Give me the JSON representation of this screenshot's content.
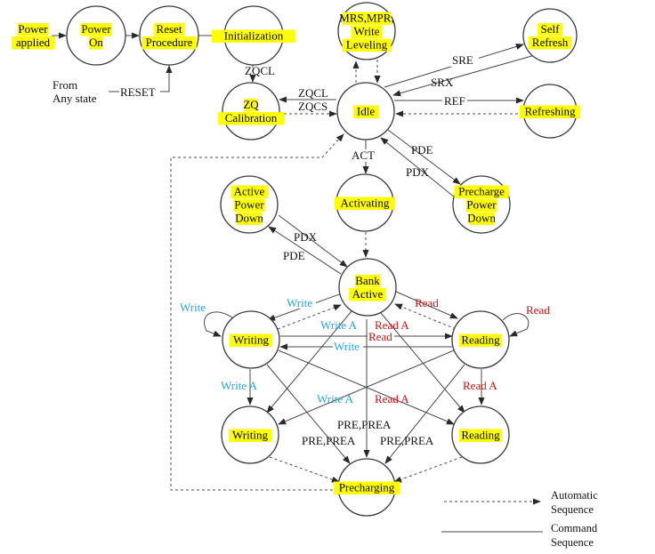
{
  "diagram": {
    "nodes": {
      "power_applied": {
        "lines": [
          "Power",
          "applied"
        ],
        "circle": false
      },
      "power_on": {
        "lines": [
          "Power",
          "On"
        ]
      },
      "reset_procedure": {
        "lines": [
          "Reset",
          "Procedure"
        ]
      },
      "initialization": {
        "lines": [
          "Initialization"
        ]
      },
      "zq_calibration": {
        "lines": [
          "ZQ",
          "Calibration"
        ]
      },
      "mrs_mpr": {
        "lines": [
          "MRS,MPR,",
          "Write",
          "Leveling"
        ]
      },
      "idle": {
        "lines": [
          "Idle"
        ]
      },
      "self_refresh": {
        "lines": [
          "Self",
          "Refresh"
        ]
      },
      "refreshing": {
        "lines": [
          "Refreshing"
        ]
      },
      "active_power_down": {
        "lines": [
          "Active",
          "Power",
          "Down"
        ]
      },
      "activating": {
        "lines": [
          "Activating"
        ]
      },
      "precharge_power_down": {
        "lines": [
          "Precharge",
          "Power",
          "Down"
        ]
      },
      "bank_active": {
        "lines": [
          "Bank",
          "Active"
        ]
      },
      "writing_top": {
        "lines": [
          "Writing"
        ]
      },
      "reading_top": {
        "lines": [
          "Reading"
        ]
      },
      "writing_bottom": {
        "lines": [
          "Writing"
        ]
      },
      "reading_bottom": {
        "lines": [
          "Reading"
        ]
      },
      "precharging": {
        "lines": [
          "Precharging"
        ]
      }
    },
    "from_any_state": [
      "From",
      "Any state"
    ],
    "edge_labels": {
      "reset": "RESET",
      "zqcl_init": "ZQCL",
      "zqcl": "ZQCL",
      "zqcs": "ZQCS",
      "sre": "SRE",
      "srx": "SRX",
      "ref": "REF",
      "act": "ACT",
      "pde_idle": "PDE",
      "pdx_idle": "PDX",
      "pdx_active": "PDX",
      "pde_active": "PDE",
      "write_self": "Write",
      "write_from_bank": "Write",
      "read_from_bank": "Read",
      "read_self": "Read",
      "write_a_bank": "Write A",
      "read_a_bank": "Read A",
      "read_cross": "Read",
      "write_cross": "Write",
      "write_a_down": "Write A",
      "read_a_down": "Read A",
      "write_a_cross": "Write A",
      "read_a_cross": "Read A",
      "pre_center": "PRE,PREA",
      "pre_left": "PRE,PREA",
      "pre_right": "PRE,PREA"
    },
    "legend": {
      "automatic": [
        "Automatic",
        "Sequence"
      ],
      "command": [
        "Command",
        "Sequence"
      ]
    },
    "colors": {
      "highlight": "#ffff00",
      "write_label": "#1fa7e0",
      "read_label": "#cc1111"
    }
  }
}
